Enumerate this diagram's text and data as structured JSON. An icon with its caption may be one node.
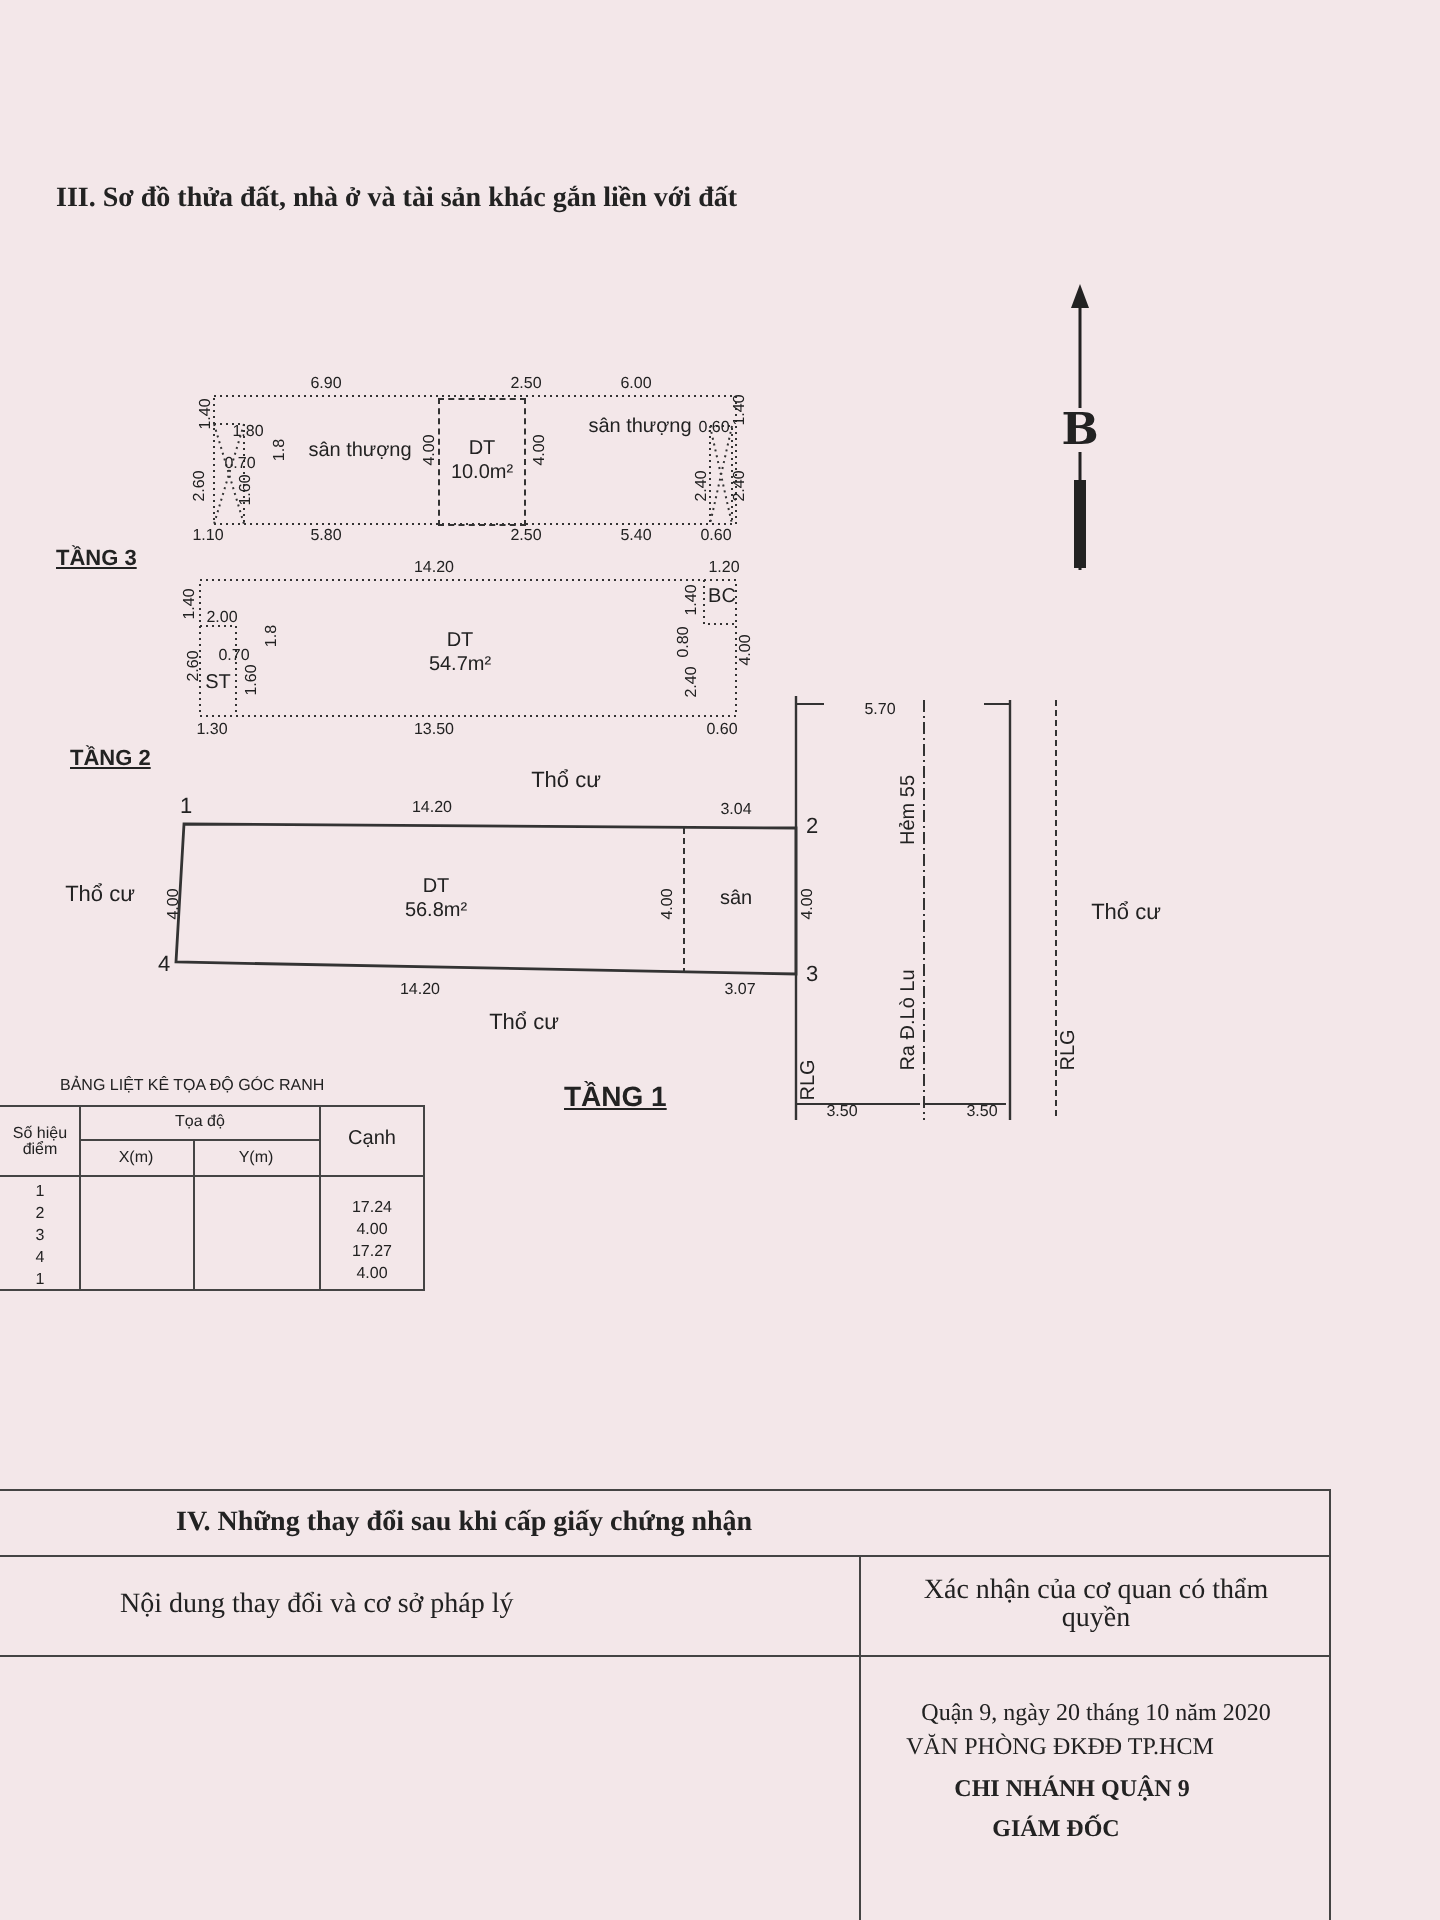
{
  "diagram": {
    "title": "III. Sơ đồ thửa đất, nhà ở và tài sản khác gắn liền với đất",
    "nodes": [
      {
        "text": [
          "sân thượng"
        ]
      },
      {
        "text": [
          "DT",
          "10.0m²"
        ]
      },
      {
        "text": [
          "sân thượng"
        ]
      },
      {
        "text": [
          "ST"
        ]
      },
      {
        "text": [
          "DT",
          "54.7m²"
        ]
      },
      {
        "text": [
          "BC"
        ]
      },
      {
        "text": [
          "DT",
          "56.8m²"
        ]
      },
      {
        "text": [
          "sân"
        ]
      }
    ],
    "labels": [
      "6.90",
      "2.50",
      "6.00",
      "1.40",
      "1.80",
      "1.8",
      "0.70",
      "2.60",
      "1.60",
      "4.00",
      "4.00",
      "0.60",
      "1.40",
      "2.40",
      "2.40",
      "1.10",
      "5.80",
      "2.50",
      "5.40",
      "0.60",
      "TẦNG 3",
      "14.20",
      "1.20",
      "1.40",
      "2.00",
      "1.8",
      "0.70",
      "2.60",
      "1.60",
      "1.40",
      "0.80",
      "2.40",
      "4.00",
      "1.30",
      "13.50",
      "0.60",
      "TẦNG 2",
      "Thổ cư",
      "1",
      "14.20",
      "3.04",
      "2",
      "Thổ cư",
      "4.00",
      "4.00",
      "4.00",
      "4",
      "14.20",
      "3.07",
      "3",
      "Thổ cư",
      "TẦNG 1",
      "5.70",
      "Hẻm 55",
      "Ra Đ.Lò Lu",
      "RLG",
      "RLG",
      "Thổ cư",
      "3.50",
      "3.50",
      "B",
      "BẢNG LIỆT KÊ TỌA ĐỘ GÓC RANH",
      "Số hiệu điểm",
      "Tọa độ",
      "Cạnh",
      "X(m)",
      "Y(m)",
      "1",
      "17.24",
      "2",
      "4.00",
      "3",
      "17.27",
      "4",
      "4.00",
      "1",
      "IV. Những thay đổi sau khi cấp giấy chứng nhận",
      "Nội dung thay đổi và cơ sở pháp lý",
      "Xác nhận của cơ quan có thẩm quyền",
      "Quận 9, ngày 20 tháng 10 năm 2020",
      "VĂN PHÒNG ĐKĐĐ TP.HCM",
      "CHI NHÁNH QUẬN 9",
      "GIÁM ĐỐC"
    ]
  }
}
